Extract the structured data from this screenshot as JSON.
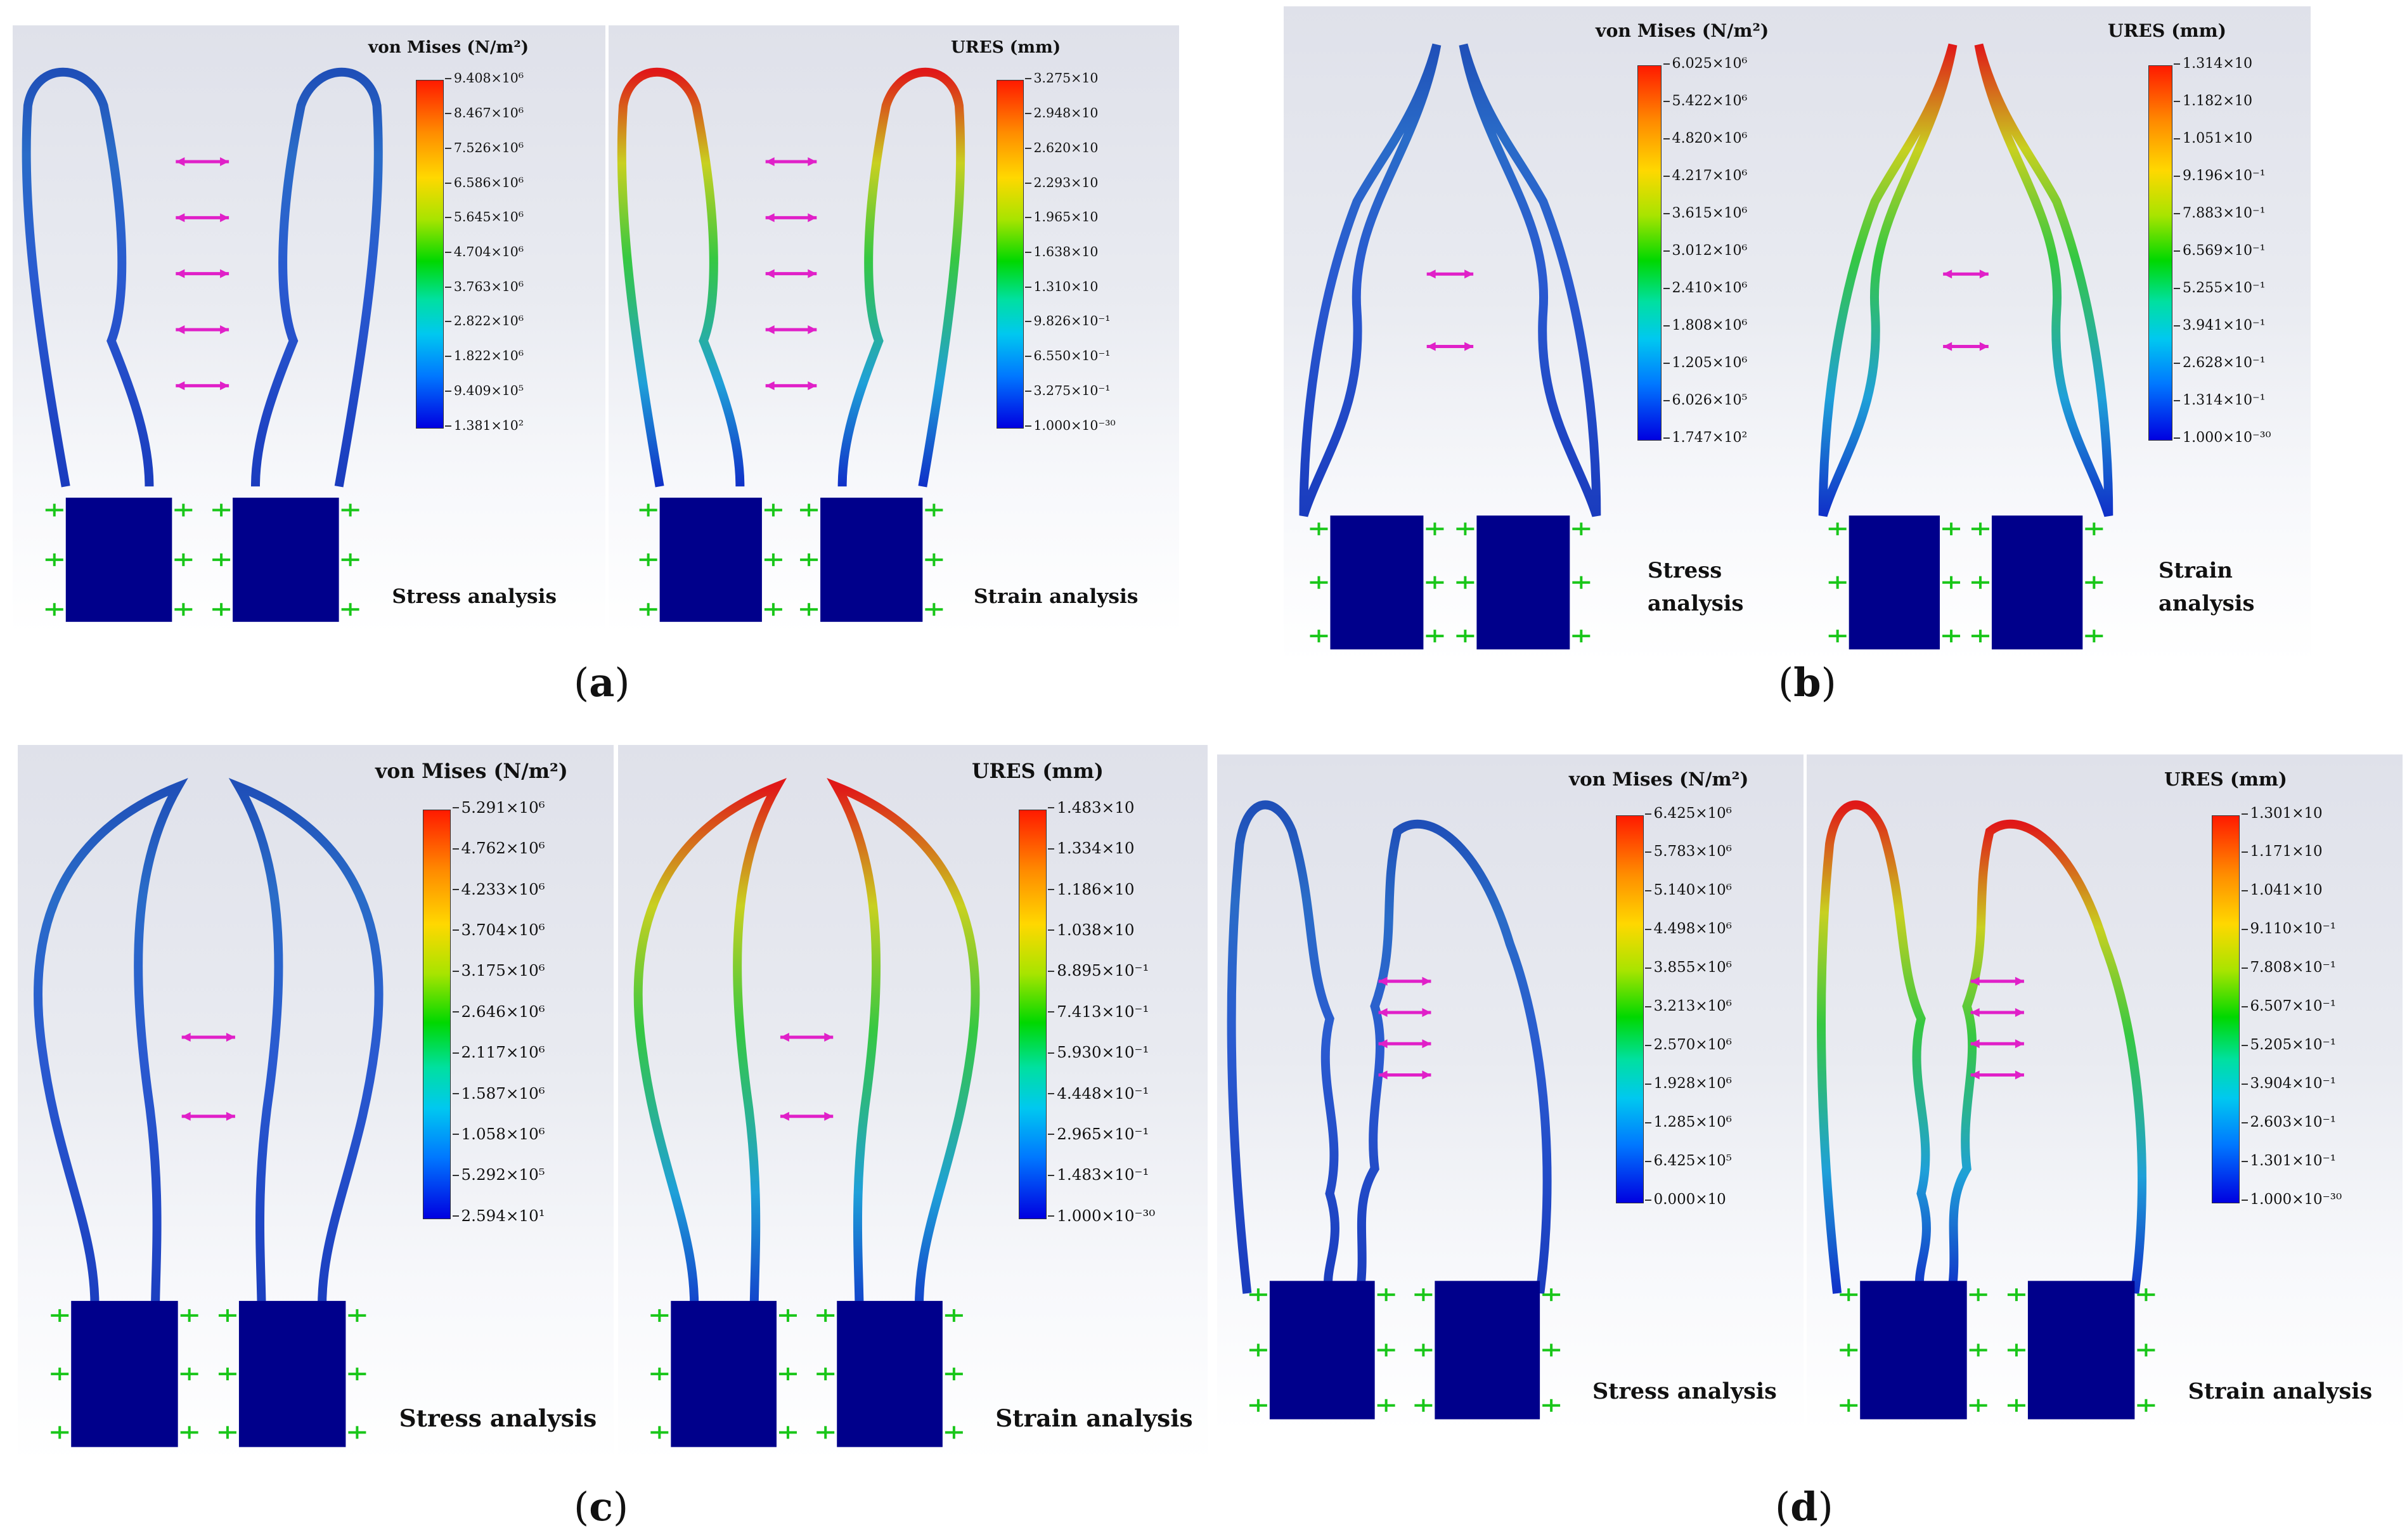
{
  "figure_labels": [
    "a",
    "b",
    "c",
    "d"
  ],
  "panels": [
    {
      "id": "a-stress",
      "legend_title": "von Mises (N/m²)",
      "ticks": [
        "9.408×10⁶",
        "8.467×10⁶",
        "7.526×10⁶",
        "6.586×10⁶",
        "5.645×10⁶",
        "4.704×10⁶",
        "3.763×10⁶",
        "2.822×10⁶",
        "1.822×10⁶",
        "9.409×10⁵",
        "1.381×10²"
      ],
      "caption_lines": [
        "Stress analysis"
      ]
    },
    {
      "id": "a-strain",
      "legend_title": "URES (mm)",
      "ticks": [
        "3.275×10",
        "2.948×10",
        "2.620×10",
        "2.293×10",
        "1.965×10",
        "1.638×10",
        "1.310×10",
        "9.826×10⁻¹",
        "6.550×10⁻¹",
        "3.275×10⁻¹",
        "1.000×10⁻³⁰"
      ],
      "caption_lines": [
        "Strain analysis"
      ]
    },
    {
      "id": "b-stress",
      "legend_title": "von Mises (N/m²)",
      "ticks": [
        "6.025×10⁶",
        "5.422×10⁶",
        "4.820×10⁶",
        "4.217×10⁶",
        "3.615×10⁶",
        "3.012×10⁶",
        "2.410×10⁶",
        "1.808×10⁶",
        "1.205×10⁶",
        "6.026×10⁵",
        "1.747×10²"
      ],
      "caption_lines": [
        "Stress",
        "analysis"
      ]
    },
    {
      "id": "b-strain",
      "legend_title": "URES (mm)",
      "ticks": [
        "1.314×10",
        "1.182×10",
        "1.051×10",
        "9.196×10⁻¹",
        "7.883×10⁻¹",
        "6.569×10⁻¹",
        "5.255×10⁻¹",
        "3.941×10⁻¹",
        "2.628×10⁻¹",
        "1.314×10⁻¹",
        "1.000×10⁻³⁰"
      ],
      "caption_lines": [
        "Strain",
        "analysis"
      ]
    },
    {
      "id": "c-stress",
      "legend_title": "von Mises (N/m²)",
      "ticks": [
        "5.291×10⁶",
        "4.762×10⁶",
        "4.233×10⁶",
        "3.704×10⁶",
        "3.175×10⁶",
        "2.646×10⁶",
        "2.117×10⁶",
        "1.587×10⁶",
        "1.058×10⁶",
        "5.292×10⁵",
        "2.594×10¹"
      ],
      "caption_lines": [
        "Stress analysis"
      ]
    },
    {
      "id": "c-strain",
      "legend_title": "URES (mm)",
      "ticks": [
        "1.483×10",
        "1.334×10",
        "1.186×10",
        "1.038×10",
        "8.895×10⁻¹",
        "7.413×10⁻¹",
        "5.930×10⁻¹",
        "4.448×10⁻¹",
        "2.965×10⁻¹",
        "1.483×10⁻¹",
        "1.000×10⁻³⁰"
      ],
      "caption_lines": [
        "Strain analysis"
      ]
    },
    {
      "id": "d-stress",
      "legend_title": "von Mises (N/m²)",
      "ticks": [
        "6.425×10⁶",
        "5.783×10⁶",
        "5.140×10⁶",
        "4.498×10⁶",
        "3.855×10⁶",
        "3.213×10⁶",
        "2.570×10⁶",
        "1.928×10⁶",
        "1.285×10⁶",
        "6.425×10⁵",
        "0.000×10"
      ],
      "caption_lines": [
        "Stress analysis"
      ]
    },
    {
      "id": "d-strain",
      "legend_title": "URES (mm)",
      "ticks": [
        "1.301×10",
        "1.171×10",
        "1.041×10",
        "9.110×10⁻¹",
        "7.808×10⁻¹",
        "6.507×10⁻¹",
        "5.205×10⁻¹",
        "3.904×10⁻¹",
        "2.603×10⁻¹",
        "1.301×10⁻¹",
        "1.000×10⁻³⁰"
      ],
      "caption_lines": [
        "Strain analysis"
      ]
    }
  ],
  "colors": {
    "base_block": "#00008b",
    "fixture": "#19c619",
    "force_arrow": "#e020c8",
    "stress_shell": "#2a55c8",
    "strain_high": "#e01818",
    "strain_mid": "#3cc83c"
  }
}
